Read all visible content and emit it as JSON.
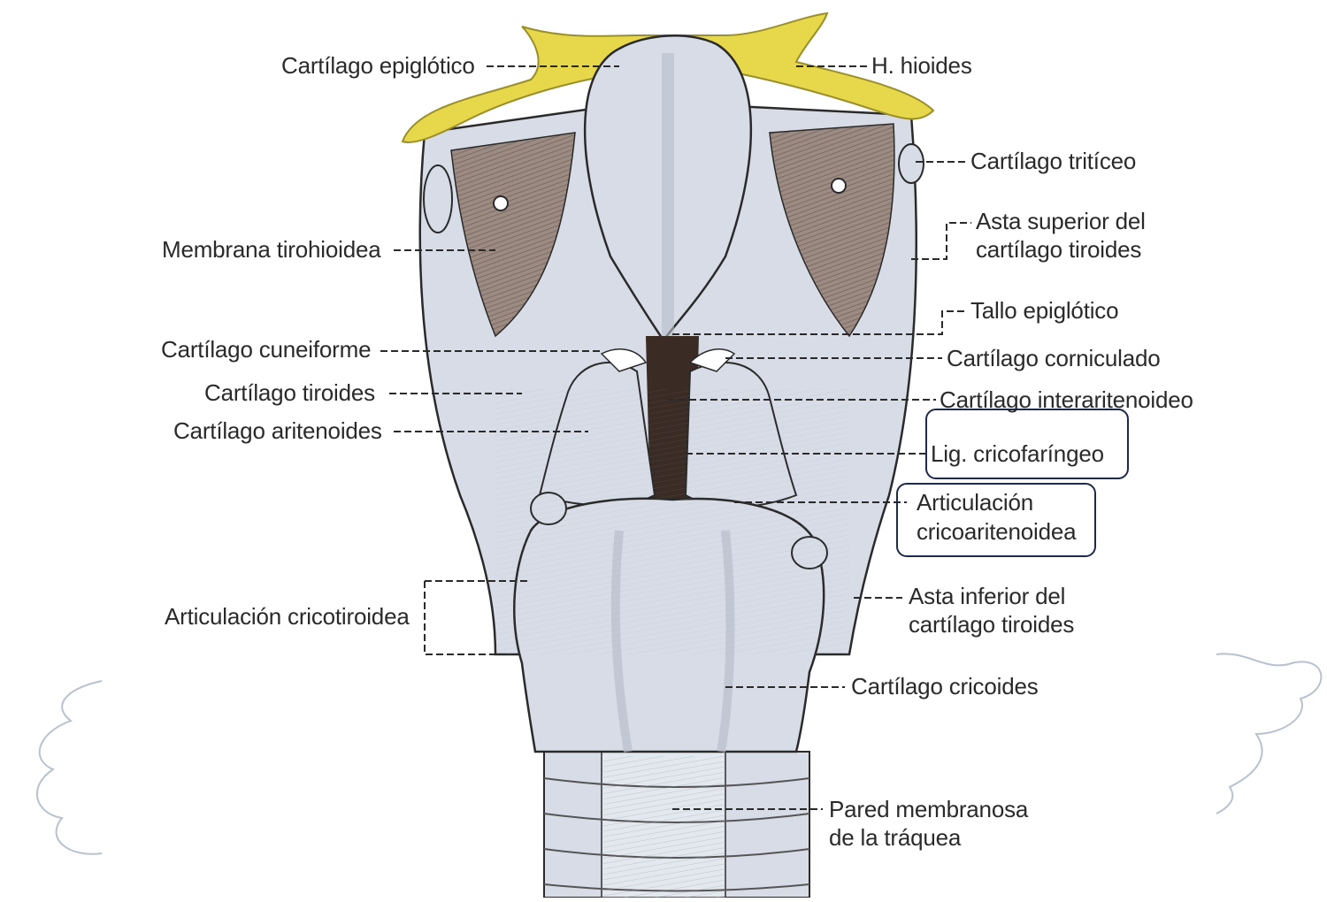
{
  "colors": {
    "cartilage": "#d7dce6",
    "cartilage_shade": "#b9bfcb",
    "hyoid": "#e6d84a",
    "muscle": "#8d7b73",
    "line": "#2a2a2a",
    "highlight_box": "#1e2a4a"
  },
  "labels": {
    "epiglotico": "Cartílago epiglótico",
    "hioides": "H. hioides",
    "triticeo": "Cartílago tritíceo",
    "asta_sup_1": "Asta superior del",
    "asta_sup_2": "cartílago tiroides",
    "membrana": "Membrana tirohioidea",
    "tallo": "Tallo epiglótico",
    "cuneiforme": "Cartílago cuneiforme",
    "corniculado": "Cartílago corniculado",
    "tiroides": "Cartílago tiroides",
    "interaritenoideo": "Cartílago interaritenoideo",
    "aritenoides": "Cartílago aritenoides",
    "cricofaringeo": "Lig. cricofaríngeo",
    "cricoarit_1": "Articulación",
    "cricoarit_2": "cricoaritenoidea",
    "cricotiroidea": "Articulación cricotiroidea",
    "asta_inf_1": "Asta inferior del",
    "asta_inf_2": "cartílago tiroides",
    "cricoides": "Cartílago cricoides",
    "pared_1": "Pared membranosa",
    "pared_2": "de la tráquea"
  }
}
